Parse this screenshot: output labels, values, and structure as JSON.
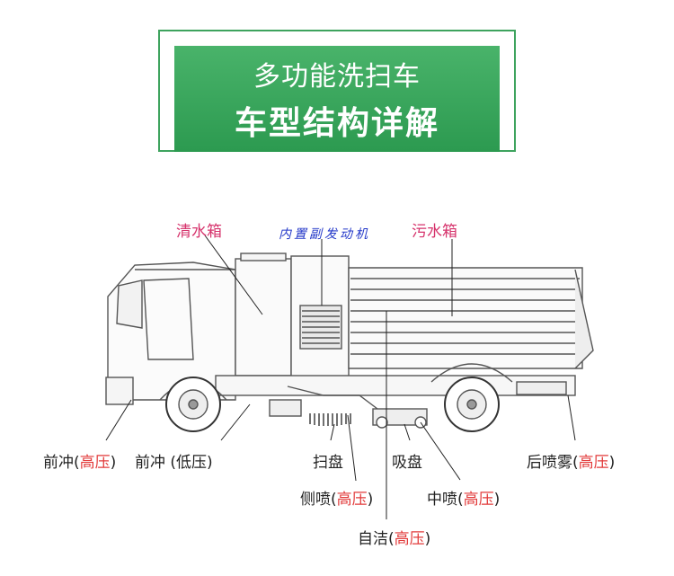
{
  "header": {
    "title_line1": "多功能洗扫车",
    "title_line2": "车型结构详解",
    "accent_color": "#3ea35e"
  },
  "top_labels": {
    "clean_tank": "清水箱",
    "engine": "内置副发动机",
    "dirty_tank": "污水箱"
  },
  "bottom_labels": {
    "front_flush_prefix": "前冲",
    "front_flush_high": "高压",
    "front_flush_low": "前冲 (低压)",
    "sweep_disc": "扫盘",
    "suction_disc": "吸盘",
    "side_spray_prefix": "侧喷",
    "side_spray_high": "高压",
    "mid_spray_prefix": "中喷",
    "mid_spray_high": "高压",
    "self_clean_prefix": "自洁",
    "self_clean_high": "高压",
    "rear_mist_prefix": "后喷雾",
    "rear_mist_high": "高压"
  }
}
